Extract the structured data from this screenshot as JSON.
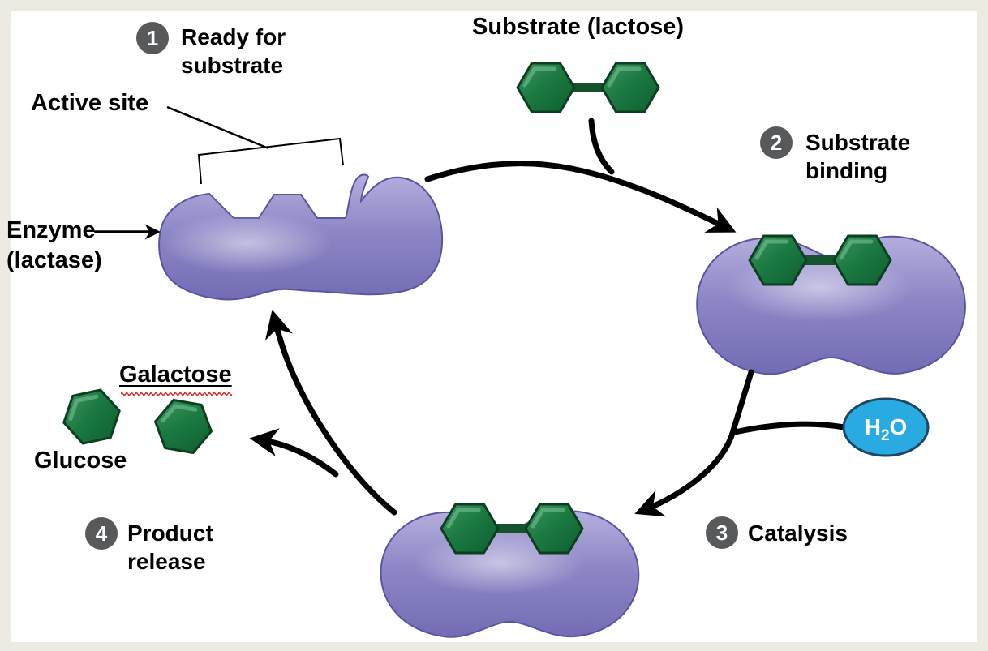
{
  "figure": {
    "substrate_title": "Substrate (lactose)",
    "active_site_label": "Active site",
    "enzyme_label_line1": "Enzyme",
    "enzyme_label_line2": "(lactase)",
    "galactose_label": "Galactose",
    "glucose_label": "Glucose",
    "water": {
      "h": "H",
      "sub": "2",
      "o": "O"
    }
  },
  "steps": [
    {
      "number": "1",
      "line1": "Ready for",
      "line2": "substrate"
    },
    {
      "number": "2",
      "line1": "Substrate",
      "line2": "binding"
    },
    {
      "number": "3",
      "line1": "Catalysis",
      "line2": ""
    },
    {
      "number": "4",
      "line1": "Product",
      "line2": "release"
    }
  ],
  "icons": [
    "enzyme-blob-icon",
    "lactose-molecule-icon",
    "galactose-hexagon-icon",
    "glucose-hexagon-icon",
    "water-droplet-ellipse-icon",
    "cycle-arrow-icon",
    "step-number-badge-icon",
    "active-site-bracket-icon"
  ],
  "colors": {
    "background": "#edeae2",
    "panel": "#ffffff",
    "text-black": "#000000",
    "enzyme-purple": "#8c86c4",
    "enzyme-border": "#5b54a3",
    "sugar-green": "#1b7a42",
    "sugar-border": "#0b3f20",
    "sugar-bar": "#14532d",
    "water-blue": "#29abe2",
    "water-border": "#1d4766",
    "badge-gray": "#58595b",
    "arrow-black": "#000000",
    "squiggle-red": "#e03131"
  }
}
